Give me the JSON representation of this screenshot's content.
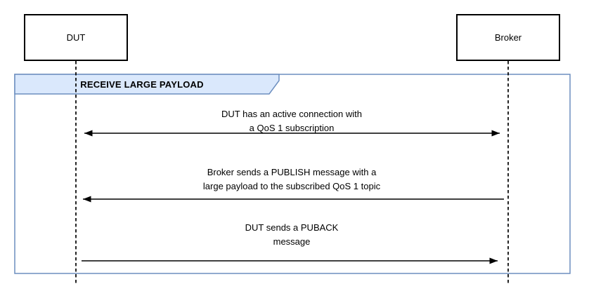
{
  "diagram": {
    "actors": [
      {
        "name": "DUT"
      },
      {
        "name": "Broker"
      }
    ],
    "frame": {
      "label": "RECEIVE LARGE PAYLOAD"
    },
    "messages": [
      {
        "from": "DUT",
        "to": "Broker",
        "arrow": "bidirectional",
        "lines": [
          "DUT has an active connection with",
          "a QoS 1 subscription"
        ]
      },
      {
        "from": "Broker",
        "to": "DUT",
        "arrow": "to-dut",
        "lines": [
          "Broker sends a PUBLISH message with a",
          "large payload to the subscribed QoS 1 topic"
        ]
      },
      {
        "from": "DUT",
        "to": "Broker",
        "arrow": "to-broker",
        "lines": [
          "DUT sends a PUBACK",
          "message"
        ]
      }
    ],
    "colors": {
      "frame_fill": "#dae8fc",
      "frame_border": "#6c8ebf",
      "line": "#000000",
      "canvas": "#ffffff"
    }
  }
}
